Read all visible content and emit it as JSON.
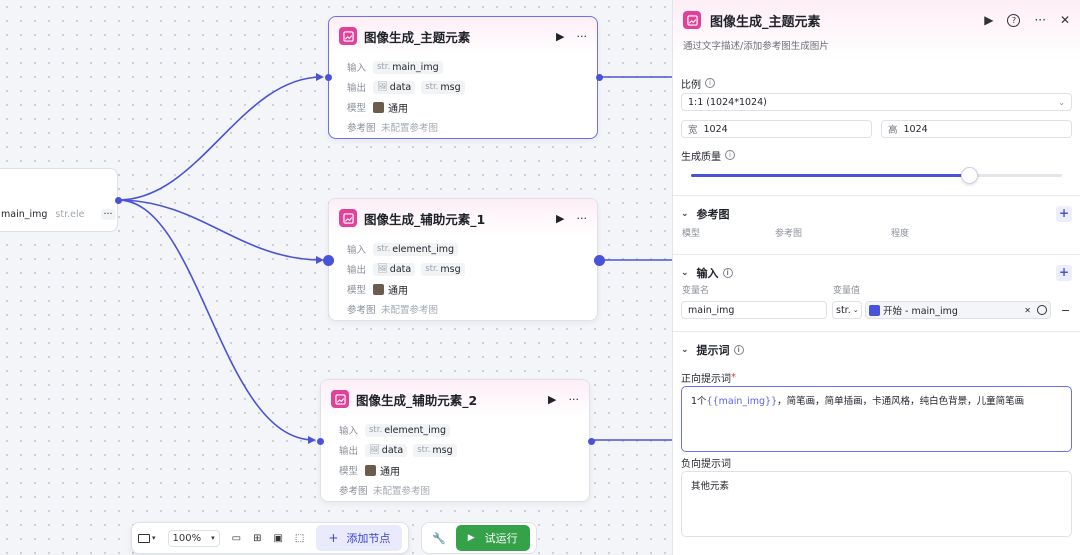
{
  "start_node": {
    "tag": "main_img",
    "tag2_prefix": "str.",
    "tag2": "ele",
    "more": "···"
  },
  "nodes": [
    {
      "title": "图像生成_主题元素",
      "run": "▶",
      "more": "···",
      "input_label": "输入",
      "input_prefix": "str.",
      "input_value": "main_img",
      "output_label": "输出",
      "output_tag1": "data",
      "output_prefix": "str.",
      "output_tag2": "msg",
      "model_label": "模型",
      "model_value": "通用",
      "ref_label": "参考图",
      "ref_value": "未配置参考图"
    },
    {
      "title": "图像生成_辅助元素_1",
      "run": "▶",
      "more": "···",
      "input_label": "输入",
      "input_prefix": "str.",
      "input_value": "element_img",
      "output_label": "输出",
      "output_tag1": "data",
      "output_prefix": "str.",
      "output_tag2": "msg",
      "model_label": "模型",
      "model_value": "通用",
      "ref_label": "参考图",
      "ref_value": "未配置参考图"
    },
    {
      "title": "图像生成_辅助元素_2",
      "run": "▶",
      "more": "···",
      "input_label": "输入",
      "input_prefix": "str.",
      "input_value": "element_img",
      "output_label": "输出",
      "output_tag1": "data",
      "output_prefix": "str.",
      "output_tag2": "msg",
      "model_label": "模型",
      "model_value": "通用",
      "ref_label": "参考图",
      "ref_value": "未配置参考图"
    }
  ],
  "toolbar": {
    "zoom": "100%",
    "add_node": "添加节点",
    "test_run": "试运行"
  },
  "panel": {
    "title": "图像生成_主题元素",
    "subtitle": "通过文字描述/添加参考图生成图片",
    "ratio_label": "比例",
    "ratio_value": "1:1 (1024*1024)",
    "width_label": "宽",
    "width_value": "1024",
    "height_label": "高",
    "height_value": "1024",
    "quality_label": "生成质量",
    "quality_level": 0.75,
    "ref_section": "参考图",
    "ref_cols": [
      "模型",
      "参考图",
      "程度"
    ],
    "input_section": "输入",
    "var_name_col": "变量名",
    "var_value_col": "变量值",
    "var_name": "main_img",
    "var_type": "str.",
    "var_ref": "开始 - main_img",
    "prompt_section": "提示词",
    "positive_label": "正向提示词",
    "positive_pre": "1个",
    "positive_token": "{{main_img}}",
    "positive_post": "，简笔画，简单插画，卡通风格，纯白色背景，儿童简笔画",
    "negative_label": "负向提示词",
    "negative_value": "其他元素"
  },
  "colors": {
    "accent": "#4953d9",
    "node_icon": "#e0429a",
    "run_green": "#35a24a"
  }
}
